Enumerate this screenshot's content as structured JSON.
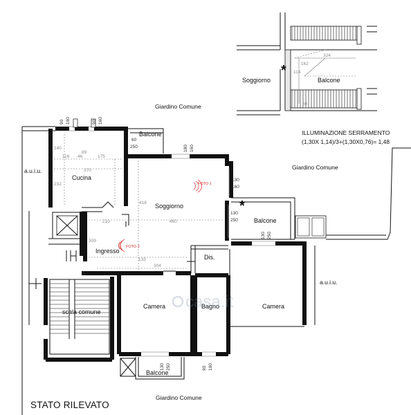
{
  "detail": {
    "soggiorno": "Soggiorno",
    "balcone": "Balcone",
    "dim_324": "324",
    "dim_162": "162",
    "dim_114": "114",
    "dim_60": "60",
    "asterisk": "*"
  },
  "labels": {
    "giardino_top": "Giardino Comune",
    "giardino_right": "Giardino Comune",
    "giardino_bottom": "Giardino Comune",
    "illuminazione_title": "ILLUMINAZIONE SERRAMENTO",
    "illuminazione_formula": "(1,30X 1,14)/3+(1,30X0,76)= 1,48",
    "auiu_left": "a.u.i.u.",
    "auiu_right": "a.u.i.u.",
    "stato": "STATO RILEVATO",
    "watermark": "casa.it"
  },
  "rooms": {
    "cucina": "Cucina",
    "soggiorno": "Soggiorno",
    "ingresso": "Ingresso",
    "balcone_top": "Balcone",
    "balcone_right": "Balcone",
    "balcone_bottom": "Balcone",
    "dis": "Dis.",
    "camera_left": "Camera",
    "bagno": "Bagno",
    "camera_right": "Camera",
    "scala": "scala comune",
    "asterisk": "*"
  },
  "photos": {
    "foto1": "FOTO 1",
    "foto2": "FOTO 2"
  },
  "dimensions": {
    "d90_a": "90",
    "d160_a": "160",
    "d90_b": "90",
    "d160_b": "160",
    "d60": "60",
    "d250_a": "250",
    "d180": "180",
    "d160_c": "160",
    "d130_a": "130",
    "d160_d": "160",
    "d130_b": "130",
    "d250_b": "250",
    "d130_c": "130",
    "d250_c": "250",
    "d130_d": "130",
    "d250_d": "250",
    "d90_c": "90",
    "d160_e": "160"
  },
  "inner_dims": {
    "d140": "140",
    "d89": "89",
    "d116": "116",
    "d46": "46",
    "d175": "175",
    "d370": "370",
    "d232": "232",
    "d418": "418",
    "d210": "210",
    "d460": "460",
    "d309": "309",
    "d133": "133",
    "d304": "304"
  }
}
